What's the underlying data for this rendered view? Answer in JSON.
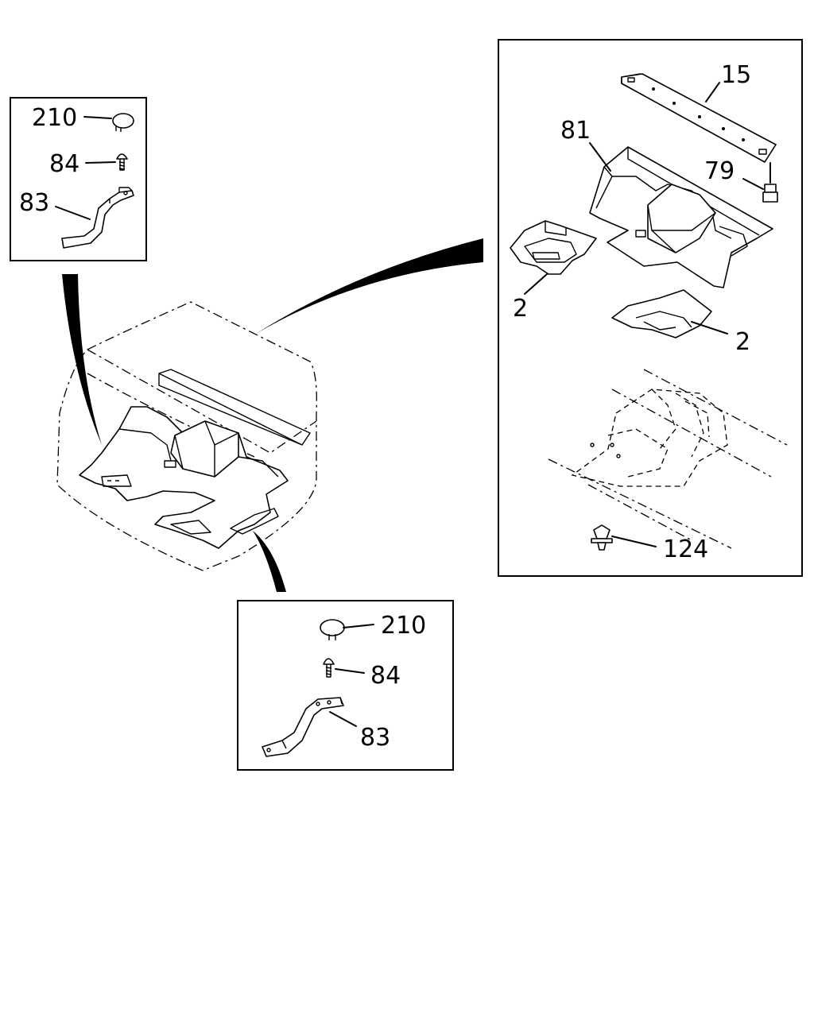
{
  "diagram": {
    "callouts": {
      "top_left": {
        "cap": "210",
        "screw": "84",
        "bracket": "83"
      },
      "bottom": {
        "cap": "210",
        "screw": "84",
        "bracket": "83"
      },
      "exploded": {
        "panel": "15",
        "insulator_rear": "81",
        "clip": "79",
        "mat_left": "2",
        "mat_right": "2",
        "fastener": "124"
      }
    },
    "line_color": "#000000",
    "background": "#ffffff"
  }
}
